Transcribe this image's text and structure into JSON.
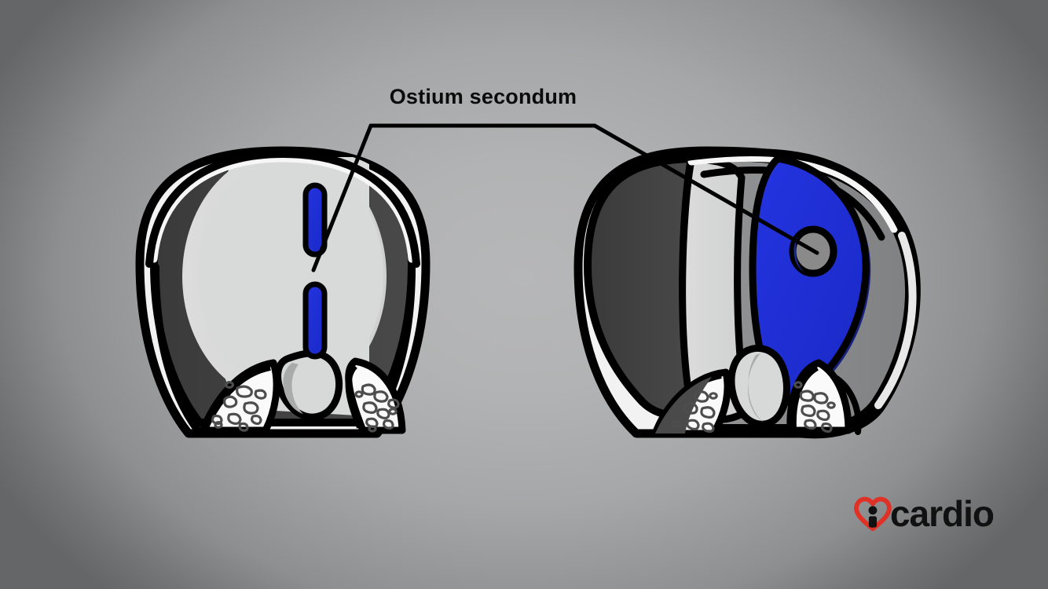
{
  "illustration": {
    "title": "Ostium secondum",
    "subject": "atrial-septum-cross-section",
    "background": {
      "type": "radial-gradient",
      "center_color": "#b6b7b8",
      "edge_color": "#656667"
    },
    "palette": {
      "outline": "#000000",
      "wall_dark_gray": "#3e3e3e",
      "wall_mid_gray": "#8b8c8d",
      "chamber_light_gray": "#d8d9d9",
      "highlight_white": "#f4f4f4",
      "septum_blue": "#1f2fd8",
      "septum_blue_shadow": "#16217f",
      "opening_gray": "#8a8a8a",
      "label_text": "#0b0b0b",
      "logo_heart_red": "#e03127",
      "logo_text_black": "#111111"
    },
    "panels": [
      {
        "name": "left-panel",
        "view": "coronal-cross-section",
        "features": [
          "septum-primum-upper-segment",
          "septum-primum-lower-segment",
          "ostium-secondum-gap",
          "endocardial-cushion",
          "trabeculated-myocardium-left",
          "trabeculated-myocardium-right"
        ]
      },
      {
        "name": "right-panel",
        "view": "three-quarter-perspective",
        "features": [
          "septum-primum-sheet",
          "ostium-secondum-opening",
          "endocardial-cushion",
          "trabeculated-myocardium-left",
          "trabeculated-myocardium-right"
        ]
      }
    ],
    "leader": {
      "style": "bracket",
      "left_target": "septum-primum-gap",
      "right_target": "ostium-secondum-opening"
    }
  },
  "logo": {
    "name": "icardio",
    "wordmark": "cardio",
    "mark": "heart-icon"
  }
}
